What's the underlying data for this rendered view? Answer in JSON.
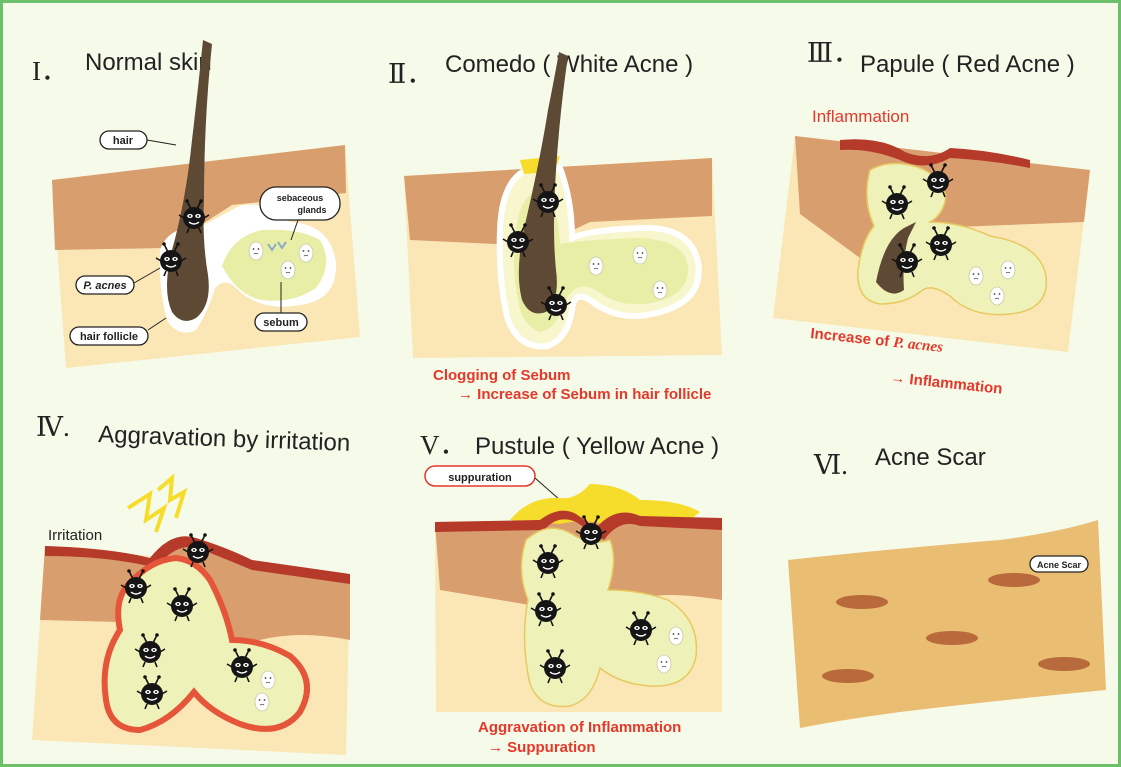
{
  "panels": [
    {
      "numeral": "I．",
      "title": "Normal skin"
    },
    {
      "numeral": "Ⅱ．",
      "title": "Comedo ( White Acne )"
    },
    {
      "numeral": "Ⅲ．",
      "title": "Papule ( Red Acne )"
    },
    {
      "numeral": "Ⅳ.",
      "title": "Aggravation by irritation"
    },
    {
      "numeral": "V．",
      "title": "Pustule ( Yellow Acne )"
    },
    {
      "numeral": "Ⅵ.",
      "title": "Acne Scar"
    }
  ],
  "labels": {
    "hair": "hair",
    "sebaceous": "sebaceous",
    "glands": "glands",
    "p_acnes": "P. acnes",
    "hair_follicle": "hair follicle",
    "sebum": "sebum",
    "inflammation": "Inflammation",
    "irritation": "Irritation",
    "suppuration": "suppuration",
    "acne_scar_tag": "Acne Scar"
  },
  "captions": {
    "comedo_1": "Clogging of Sebum",
    "comedo_2": "→ Increase of Sebum in hair follicle",
    "papule_1_pre": "Increase of ",
    "papule_1_it": "P. acnes",
    "papule_2": "→ Inflammation",
    "pustule_1": "Aggravation of Inflammation",
    "pustule_2": "→ Suppuration"
  },
  "colors": {
    "border": "#6cc06a",
    "background": "#f6fae9",
    "skin_dark": "#d99e6e",
    "skin_light": "#fbe7b6",
    "sebum": "#eef2b8",
    "hair": "#5e4a34",
    "inflamed": "#e5553a",
    "caption_red": "#e5382a",
    "yellow": "#f6dd2b"
  }
}
